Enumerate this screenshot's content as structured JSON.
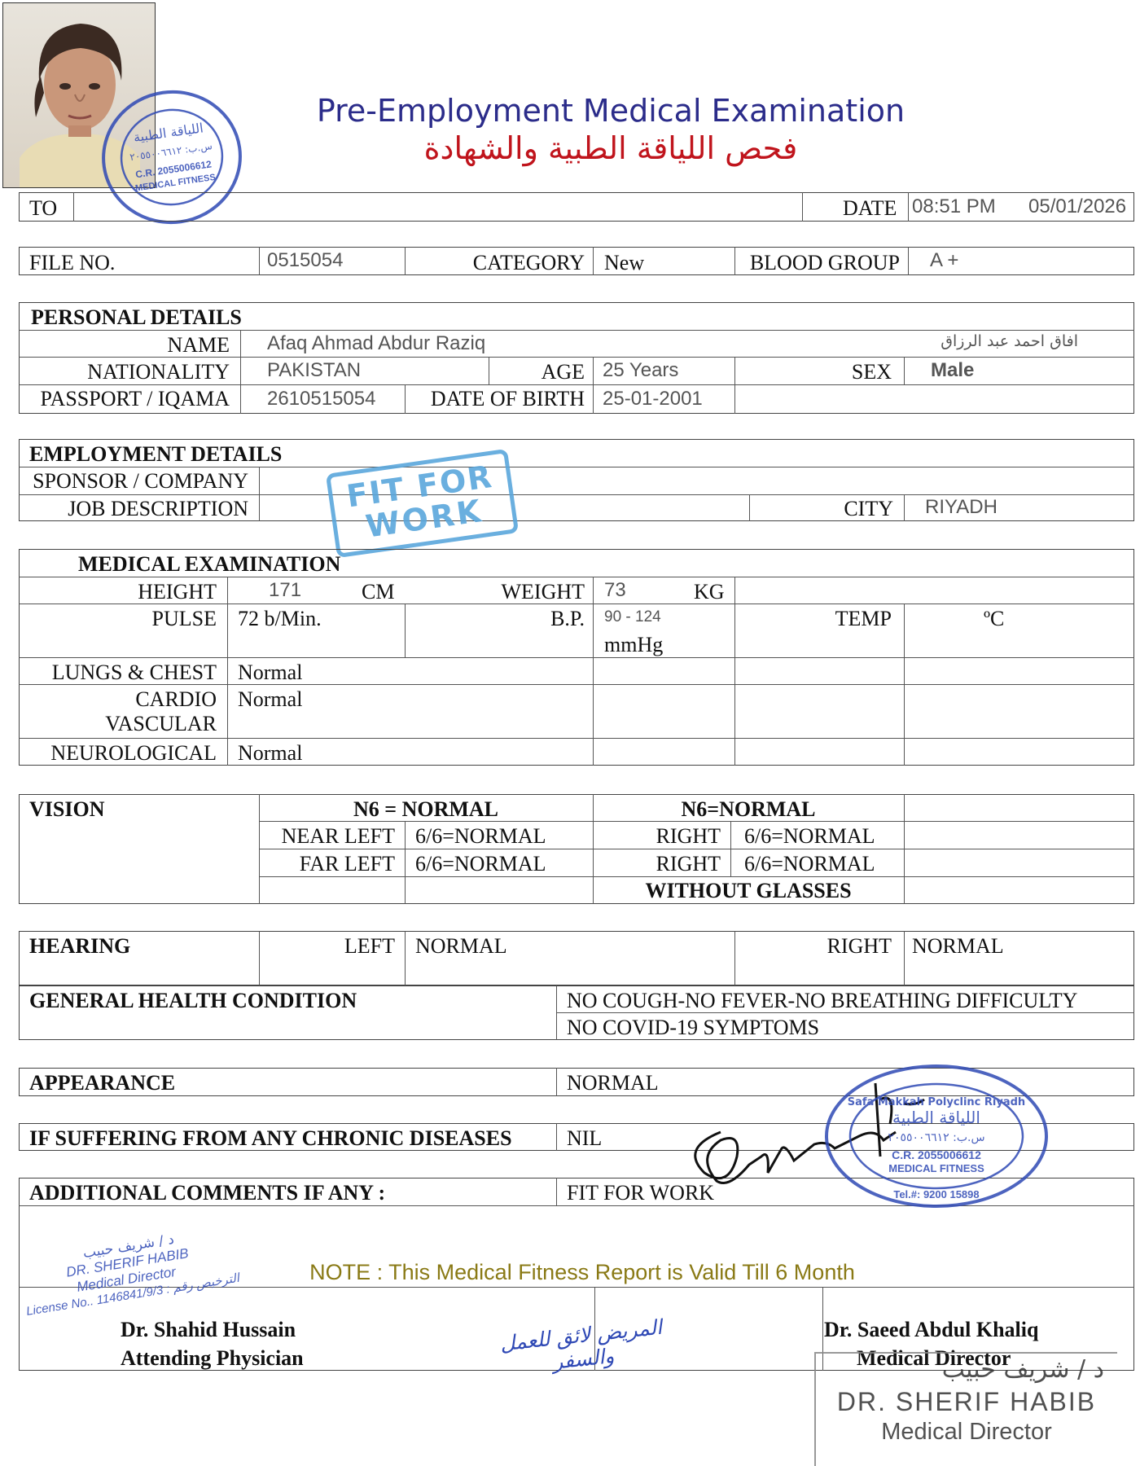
{
  "header": {
    "title_en": "Pre-Employment Medical Examination",
    "title_ar": "فحص اللياقة الطبية والشهادة",
    "to_label": "TO",
    "date_label": "DATE",
    "time_value": "08:51 PM",
    "date_value": "05/01/2026"
  },
  "file_row": {
    "file_no_label": "FILE NO.",
    "file_no": "0515054",
    "category_label": "CATEGORY",
    "category": "New",
    "blood_group_label": "BLOOD GROUP",
    "blood_group": "A +"
  },
  "personal": {
    "section": "PERSONAL DETAILS",
    "name_label": "NAME",
    "name": "Afaq Ahmad Abdur Raziq",
    "name_ar": "افاق احمد عبد الرزاق",
    "nationality_label": "NATIONALITY",
    "nationality": "PAKISTAN",
    "age_label": "AGE",
    "age": "25 Years",
    "sex_label": "SEX",
    "sex": "Male",
    "passport_label": "PASSPORT / IQAMA",
    "passport": "2610515054",
    "dob_label": "DATE OF BIRTH",
    "dob": "25-01-2001"
  },
  "employment": {
    "section": "EMPLOYMENT DETAILS",
    "sponsor_label": "SPONSOR / COMPANY",
    "job_label": "JOB DESCRIPTION",
    "city_label": "CITY",
    "city": "RIYADH",
    "stamp_line1": "FIT FOR",
    "stamp_line2": "WORK"
  },
  "medical": {
    "section": "MEDICAL EXAMINATION",
    "height_label": "HEIGHT",
    "height": "171",
    "height_unit": "CM",
    "weight_label": "WEIGHT",
    "weight": "73",
    "weight_unit": "KG",
    "pulse_label": "PULSE",
    "pulse": "72 b/Min.",
    "bp_label": "B.P.",
    "bp": "90 - 124",
    "bp_unit": "mmHg",
    "temp_label": "TEMP",
    "temp_unit": "ºC",
    "lungs_label": "LUNGS & CHEST",
    "lungs": "Normal",
    "cardio_label_1": "CARDIO",
    "cardio_label_2": "VASCULAR",
    "cardio": "Normal",
    "neuro_label": "NEUROLOGICAL",
    "neuro": "Normal"
  },
  "vision": {
    "section": "VISION",
    "head_left": "N6 = NORMAL",
    "head_right": "N6=NORMAL",
    "near_left_label": "NEAR LEFT",
    "near_left": "6/6=NORMAL",
    "near_right_label": "RIGHT",
    "near_right": "6/6=NORMAL",
    "far_left_label": "FAR LEFT",
    "far_left": "6/6=NORMAL",
    "far_right_label": "RIGHT",
    "far_right": "6/6=NORMAL",
    "glasses": "WITHOUT GLASSES"
  },
  "hearing": {
    "section": "HEARING",
    "left_label": "LEFT",
    "left": "NORMAL",
    "right_label": "RIGHT",
    "right": "NORMAL"
  },
  "general": {
    "section": "GENERAL HEALTH CONDITION",
    "line1": "NO COUGH-NO FEVER-NO BREATHING DIFFICULTY",
    "line2": "NO COVID-19 SYMPTOMS"
  },
  "appearance": {
    "label": "APPEARANCE",
    "value": "NORMAL"
  },
  "chronic": {
    "label": "IF SUFFERING FROM ANY CHRONIC DISEASES",
    "value": "NIL"
  },
  "comments": {
    "label": "ADDITIONAL COMMENTS IF ANY :",
    "value": "FIT FOR WORK",
    "note": "NOTE : This Medical Fitness Report is Valid Till 6 Month"
  },
  "footer": {
    "physician_name": "Dr. Shahid Hussain",
    "physician_title": "Attending Physician",
    "director_name": "Dr. Saeed Abdul Khaliq",
    "director_title": "Medical Director",
    "arabic_fit_1": "المريض لائق للعمل والسفر"
  },
  "stamps": {
    "small_stamp_ar1": "د / شريف حبيب",
    "small_stamp_en1": "DR. SHERIF HABIB",
    "small_stamp_en2": "Medical Director",
    "small_stamp_lic": "License No.. 1146841/9/3 : الترخيص رقم",
    "big_stamp_ar": "د / شريف حبيب",
    "big_stamp_en1": "DR. SHERIF HABIB",
    "big_stamp_en2": "Medical Director",
    "clinic_stamp_ar": "اللياقة الطبية",
    "clinic_stamp_po": "س.ب: ٢٠٥٥٠٠٦٦١٢",
    "clinic_stamp_cr": "C.R. 2055006612",
    "clinic_stamp_mf": "MEDICAL FITNESS",
    "clinic_ring": "Safa Makkah Polyclinc Riyadh",
    "clinic_ring_tel": "Tel.#: 9200 15898"
  },
  "colors": {
    "title_blue": "#2b2c8a",
    "title_red": "#c0141c",
    "note_olive": "#8a7a16",
    "stamp_blue": "#2f49b5",
    "fit_stamp_blue": "#5aa7dc"
  }
}
